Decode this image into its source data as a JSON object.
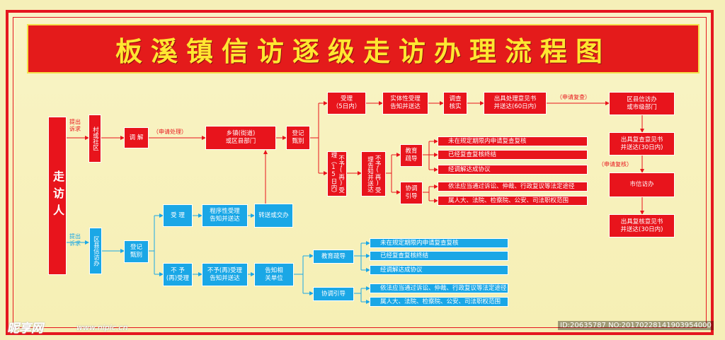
{
  "title": "板溪镇信访逐级走访办理流程图",
  "colors": {
    "red": "#e8141c",
    "blue": "#1aa7e6",
    "gold": "#ffe631",
    "bg": "#f6efb4"
  },
  "visitor": "走访人",
  "labels": {
    "submit_red": "提出\n诉求",
    "submit_blue": "提出\n诉求",
    "apply_handle": "（申请处理）",
    "apply_review": "（申请复查）",
    "apply_recheck": "（申请复核）"
  },
  "red": {
    "village": "村或社区",
    "mediate": "调 解",
    "township": "乡镇(街道)\n或区县部门",
    "register": "登记\n甄别",
    "accept": "受理\n（5日内）",
    "substantive": "实体性受理\n告知并送达",
    "investigate": "调查\n核实",
    "opinion": "出具处理意见书\n并送达(60日内)",
    "district": "区县信访办\n或市级部门",
    "review_opinion": "出具复查意见书\n并送达(30日内)",
    "city": "市信访办",
    "recheck_opinion": "出具复核意见书\n并送达(30日内)",
    "not_accept": "不予(再)受理（15日内）",
    "notify": "不予(再)受理告知并送达",
    "educate": "教育\n疏导",
    "coordinate": "协调\n引导",
    "bars": [
      "未在规定期限内申请复查复核",
      "已经复查复核终结",
      "经调解达成协议",
      "依法应当通过诉讼、仲裁、行政复议等法定途径",
      "属人大、法院、检察院、公安、司法职权范围"
    ]
  },
  "blue": {
    "district_office": "区县信访办",
    "register": "登记\n甄别",
    "accept": "受 理",
    "procedural": "程序性受理\n告知并送达",
    "transfer": "转送或交办",
    "not_accept": "不 予\n(再)受理",
    "notify": "不予(再)受理\n告知并送达",
    "inform_units": "告知相\n关单位",
    "educate": "教育疏导",
    "coordinate": "协调引导",
    "bars": [
      "未在规定期限内申请复查复核",
      "已经复查复核终结",
      "经调解达成协议",
      "依法应当通过诉讼、仲裁、行政复议等法定途径",
      "属人大、法院、检察院、公安、司法职权范围"
    ]
  },
  "watermark": {
    "logo": "昵享网",
    "url": "www.nipic.cn",
    "id": "ID:20635787 NO:20170228141903954000"
  }
}
